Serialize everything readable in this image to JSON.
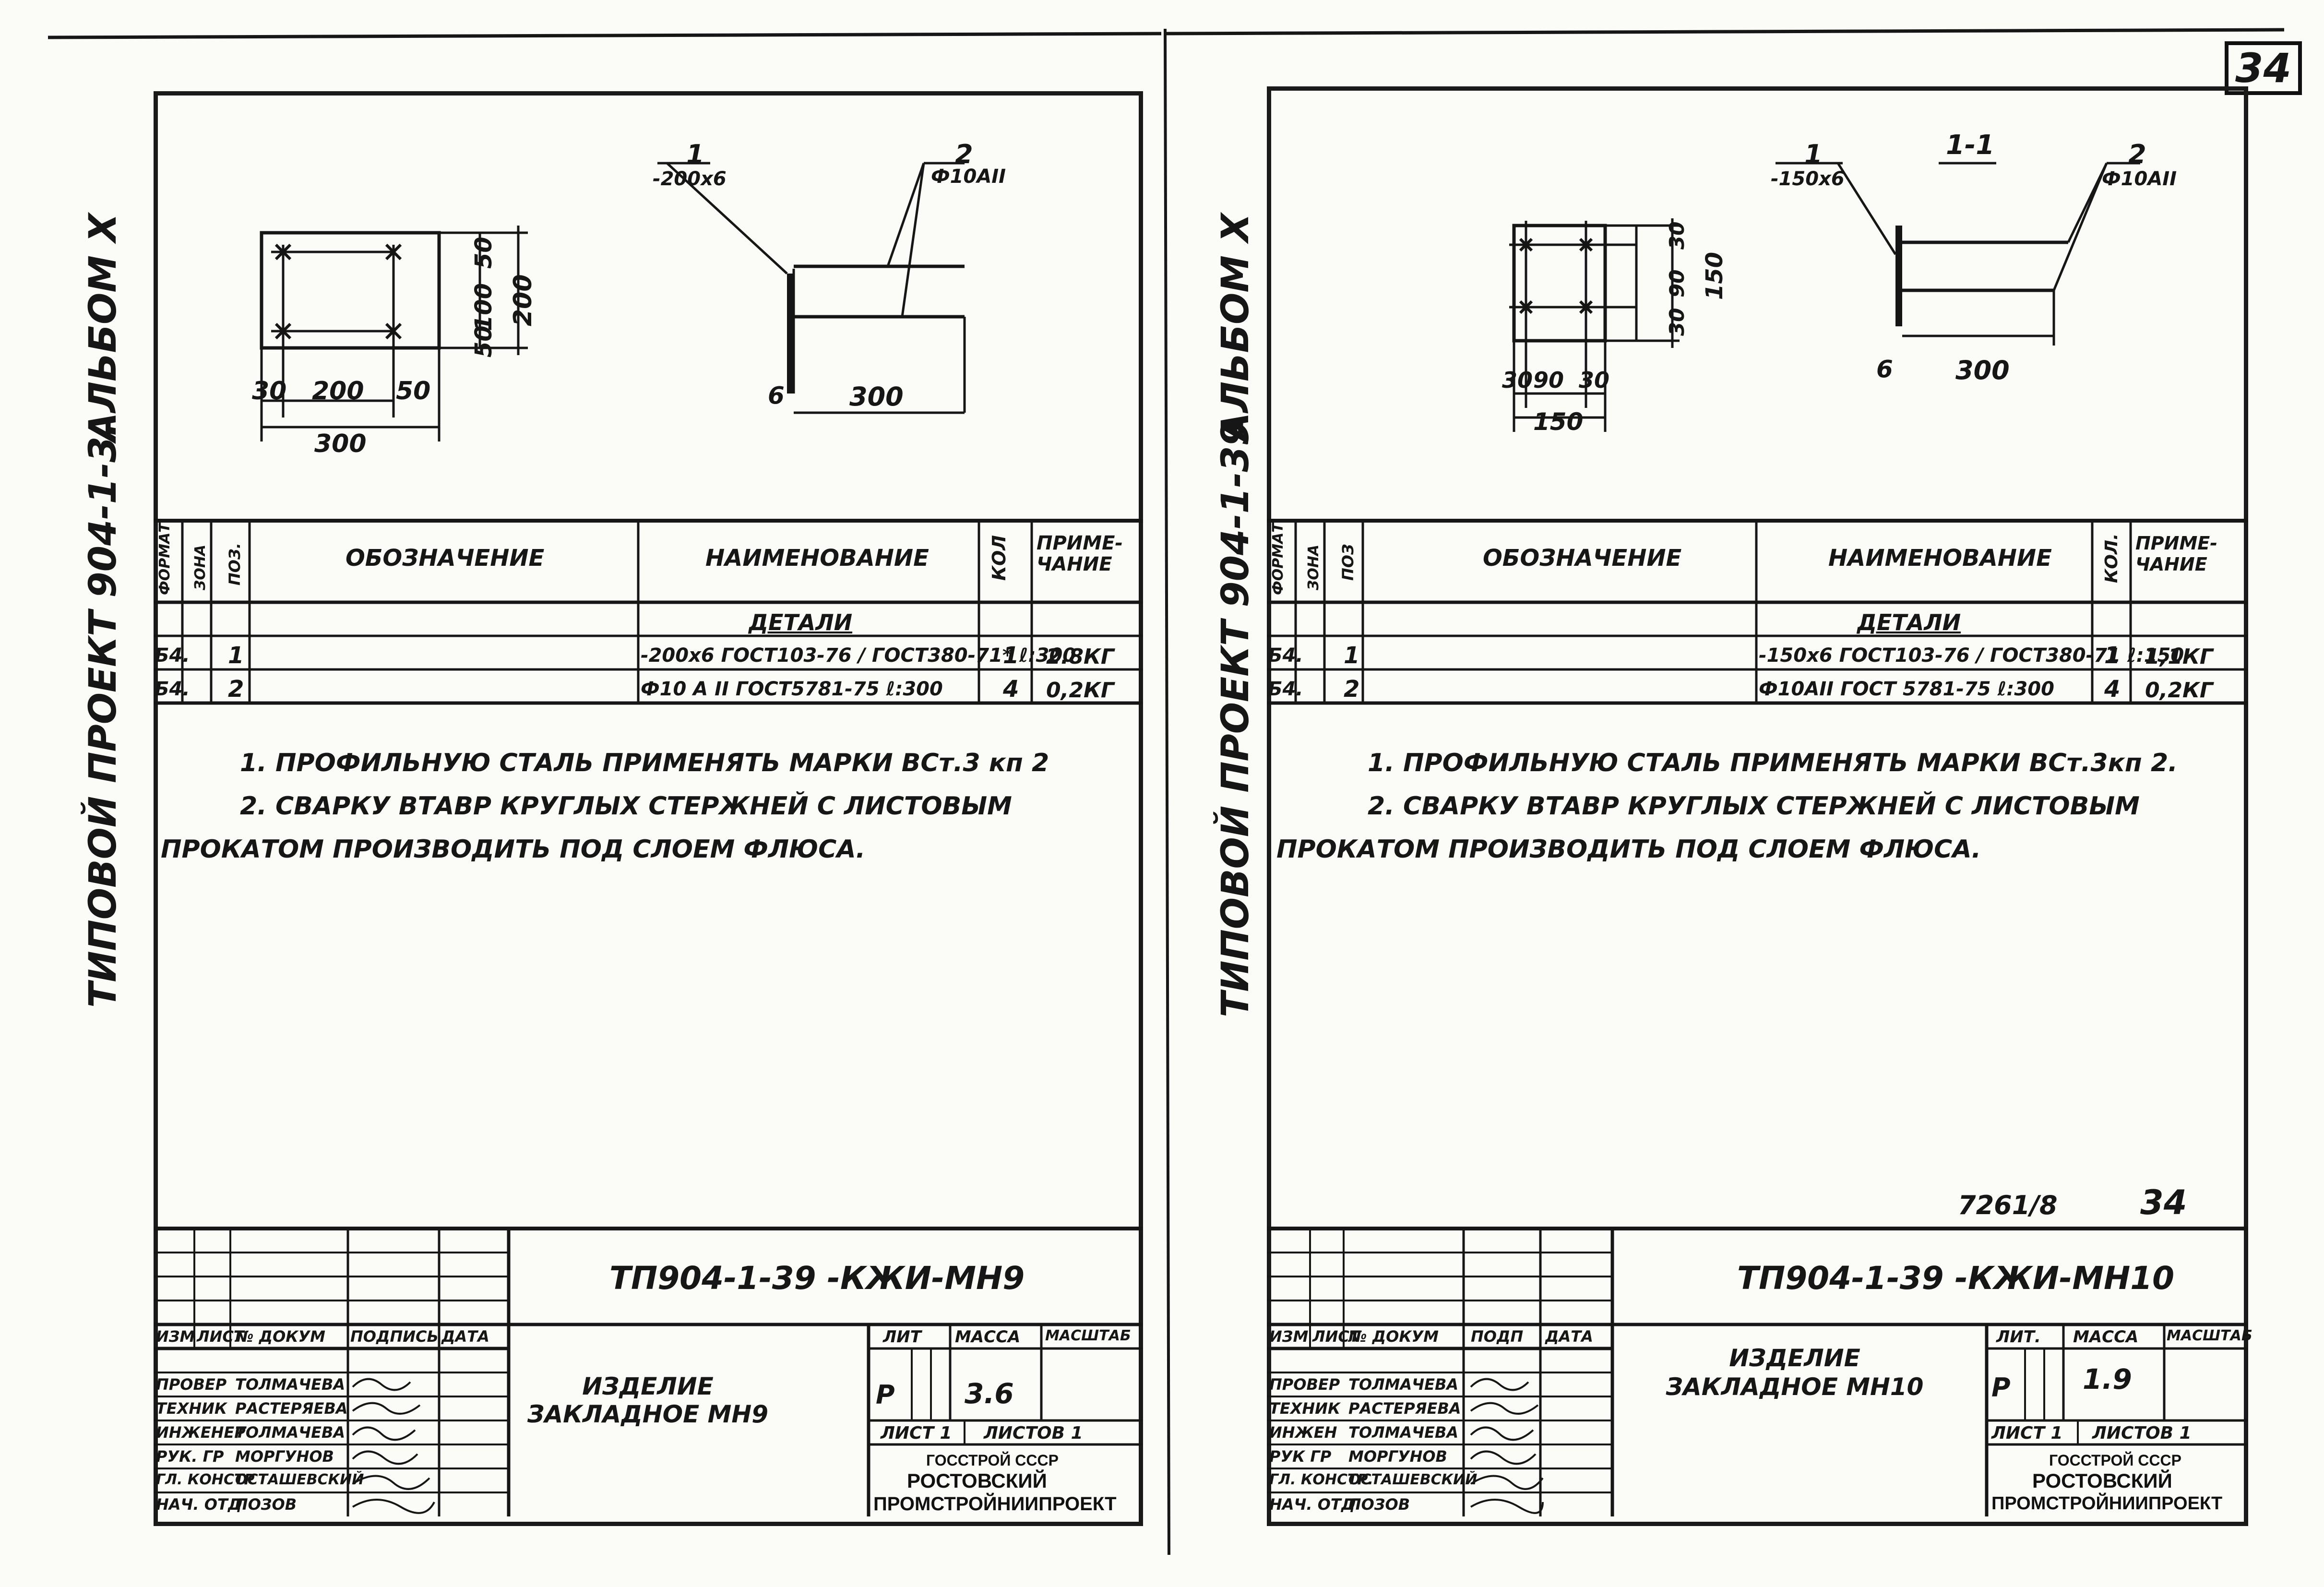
{
  "page_number": "34",
  "sheet_stamp": {
    "code": "7261/8",
    "number": "34"
  },
  "left": {
    "margin_album": "АЛЬБОМ Х",
    "margin_project": "ТИПОВОЙ ПРОЕКТ 904-1-3.",
    "plan_dims": {
      "d1": "30",
      "d2": "200",
      "d3": "50",
      "total": "300",
      "v1": "50",
      "v2": "100",
      "v3": "50",
      "vtotal": "200"
    },
    "section": {
      "pos1": "1",
      "pos1_size": "-200x6",
      "pos2": "2",
      "pos2_size": "Ф10АII",
      "thick": "6",
      "len": "300"
    },
    "table": {
      "headers": {
        "format": "ФОРМАТ",
        "zone": "ЗОНА",
        "pos": "ПОЗ.",
        "designation": "ОБОЗНАЧЕНИЕ",
        "name": "НАИМЕНОВАНИЕ",
        "qty": "КОЛ",
        "note": "ПРИМЕ-ЧАНИЕ"
      },
      "group": "ДЕТАЛИ",
      "rows": [
        {
          "format": "Б4.",
          "pos": "1",
          "name": "-200x6 ГОСТ103-76 / ГОСТ380-71* ℓ:300",
          "qty": "1",
          "note": "2.8КГ"
        },
        {
          "format": "Б4.",
          "pos": "2",
          "name": "Ф10 А II ГОСТ5781-75 ℓ:300",
          "qty": "4",
          "note": "0,2КГ"
        }
      ]
    },
    "notes": [
      "1. ПРОФИЛЬНУЮ СТАЛЬ ПРИМЕНЯТЬ МАРКИ ВСт.3 кп 2",
      "2. СВАРКУ ВТАВР КРУГЛЫХ СТЕРЖНЕЙ С ЛИСТОВЫМ",
      "ПРОКАТОМ ПРОИЗВОДИТЬ ПОД СЛОЕМ ФЛЮСА."
    ],
    "title_block": {
      "doc_code": "ТП904-1-39 -КЖИ-МН9",
      "col_headers": [
        "ИЗМ",
        "ЛИСТ",
        "№ ДОКУМ",
        "ПОДПИСЬ",
        "ДАТА"
      ],
      "staff": [
        {
          "role": "ПРОВЕР",
          "name": "ТОЛМАЧЕВА"
        },
        {
          "role": "ТЕХНИК",
          "name": "РАСТЕРЯЕВА"
        },
        {
          "role": "ИНЖЕНЕР",
          "name": "ТОЛМАЧЕВА"
        },
        {
          "role": "РУК. ГР",
          "name": "МОРГУНОВ"
        },
        {
          "role": "ГЛ. КОНСТР",
          "name": "ОСТАШЕВСКИЙ"
        },
        {
          "role": "НАЧ. ОТД",
          "name": "ЛОЗОВ"
        }
      ],
      "item_name": "ИЗДЕЛИЕ ЗАКЛАДНОЕ МН9",
      "lit_header": "ЛИТ",
      "mass_header": "МАССА",
      "scale_header": "МАСШТАБ",
      "lit": "Р",
      "mass": "3.6",
      "sheet": "ЛИСТ 1",
      "sheets": "ЛИСТОВ 1",
      "org1": "ГОССТРОЙ СССР",
      "org2": "РОСТОВСКИЙ",
      "org3": "ПРОМСТРОЙНИИПРОЕКТ"
    }
  },
  "right": {
    "margin_album": "АЛЬБОМ Х",
    "margin_project": "ТИПОВОЙ ПРОЕКТ 904-1-39",
    "plan_dims": {
      "d1": "30",
      "d2": "90",
      "d3": "30",
      "total": "150",
      "v1": "30",
      "v2": "90",
      "v3": "30",
      "vtotal": "150"
    },
    "section": {
      "label": "1-1",
      "pos1": "1",
      "pos1_size": "-150x6",
      "pos2": "2",
      "pos2_size": "Ф10АII",
      "thick": "6",
      "len": "300"
    },
    "table": {
      "headers": {
        "format": "ФОРМАТ",
        "zone": "ЗОНА",
        "pos": "ПОЗ",
        "designation": "ОБОЗНАЧЕНИЕ",
        "name": "НАИМЕНОВАНИЕ",
        "qty": "КОЛ.",
        "note": "ПРИМЕ-ЧАНИЕ"
      },
      "group": "ДЕТАЛИ",
      "rows": [
        {
          "format": "Б4.",
          "pos": "1",
          "name": "-150x6 ГОСТ103-76 / ГОСТ380-71 ℓ:150",
          "qty": "1",
          "note": "1,1КГ"
        },
        {
          "format": "Б4.",
          "pos": "2",
          "name": "Ф10АII ГОСТ 5781-75 ℓ:300",
          "qty": "4",
          "note": "0,2КГ"
        }
      ]
    },
    "notes": [
      "1. ПРОФИЛЬНУЮ СТАЛЬ ПРИМЕНЯТЬ МАРКИ ВСт.3кп 2.",
      "2. СВАРКУ ВТАВР КРУГЛЫХ СТЕРЖНЕЙ С ЛИСТОВЫМ",
      "ПРОКАТОМ ПРОИЗВОДИТЬ ПОД СЛОЕМ ФЛЮСА."
    ],
    "title_block": {
      "doc_code": "ТП904-1-39 -КЖИ-МН10",
      "col_headers": [
        "ИЗМ",
        "ЛИСТ",
        "№ ДОКУМ",
        "ПОДП",
        "ДАТА"
      ],
      "staff": [
        {
          "role": "ПРОВЕР",
          "name": "ТОЛМАЧЕВА"
        },
        {
          "role": "ТЕХНИК",
          "name": "РАСТЕРЯЕВА"
        },
        {
          "role": "ИНЖЕН",
          "name": "ТОЛМАЧЕВА"
        },
        {
          "role": "РУК ГР",
          "name": "МОРГУНОВ"
        },
        {
          "role": "ГЛ. КОНСТР.",
          "name": "ОСТАШЕВСКИЙ"
        },
        {
          "role": "НАЧ. ОТД",
          "name": "ЛОЗОВ"
        }
      ],
      "item_name": "ИЗДЕЛИЕ ЗАКЛАДНОЕ МН10",
      "lit_header": "ЛИТ.",
      "mass_header": "МАССА",
      "scale_header": "МАСШТАБ",
      "lit": "Р",
      "mass": "1.9",
      "sheet": "ЛИСТ 1",
      "sheets": "ЛИСТОВ 1",
      "org1": "ГОССТРОЙ СССР",
      "org2": "РОСТОВСКИЙ",
      "org3": "ПРОМСТРОЙНИИПРОЕКТ"
    }
  }
}
